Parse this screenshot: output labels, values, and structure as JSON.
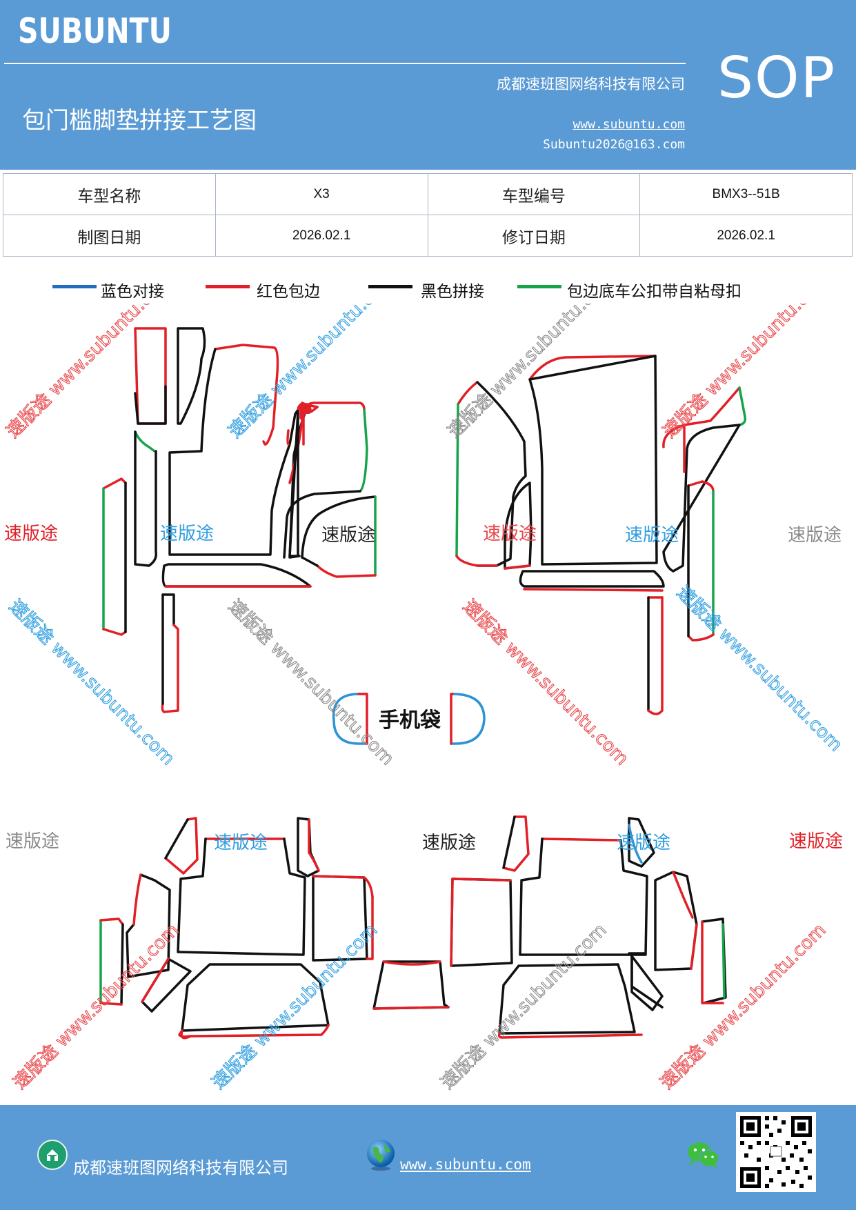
{
  "header": {
    "brand": "SUBUNTU",
    "company": "成都速班图网络科技有限公司",
    "title": "包门槛脚垫拼接工艺图",
    "website": "www.subuntu.com",
    "email": "Subuntu2026@163.com",
    "badge": "SOP"
  },
  "info": {
    "model_name_label": "车型名称",
    "model_name": "X3",
    "model_code_label": "车型编号",
    "model_code": "BMX3--51B",
    "draw_date_label": "制图日期",
    "draw_date": "2026.02.1",
    "revise_date_label": "修订日期",
    "revise_date": "2026.02.1"
  },
  "legend": [
    {
      "label": "蓝色对接",
      "color": "#1f6fc1"
    },
    {
      "label": "红色包边",
      "color": "#e21f26"
    },
    {
      "label": "黑色拼接",
      "color": "#111111"
    },
    {
      "label": "包边底车公扣带自粘母扣",
      "color": "#16a34a"
    }
  ],
  "diagram": {
    "phone_bag_label": "手机袋",
    "watermark_text": "速版途",
    "watermark_url": "速版途 www.subuntu.com"
  },
  "footer": {
    "company": "成都速班图网络科技有限公司",
    "website": "www.subuntu.com "
  },
  "colors": {
    "header_bg": "#5b9bd5",
    "blue_line": "#1f6fc1",
    "red_line": "#e21f26",
    "black_line": "#111111",
    "green_line": "#16a34a"
  }
}
